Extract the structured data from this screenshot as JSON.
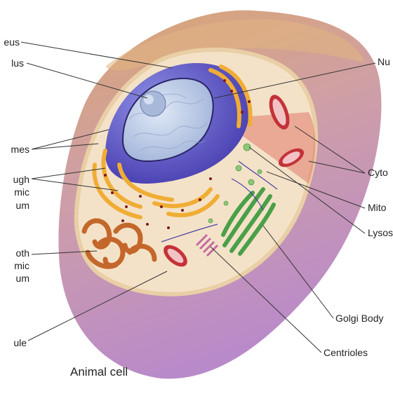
{
  "diagram": {
    "caption": "Animal cell",
    "labels_left": {
      "nucleus": "eus",
      "nucleolus": "lus",
      "ribosomes": "mes",
      "rough_er_1": "ugh",
      "rough_er_2": "mic",
      "rough_er_3": "um",
      "smooth_er_1": "oth",
      "smooth_er_2": "mic",
      "smooth_er_3": "um",
      "microtubule": "ule"
    },
    "labels_right": {
      "nuclear_envelope": "Nu",
      "cytoplasm": "Cyto",
      "mitochondria": "Mito",
      "lysosomes": "Lysos",
      "golgi_body": "Golgi Body",
      "centrioles": "Centrioles"
    },
    "colors": {
      "cell_body": "#c49ac8",
      "cell_top": "#d7a777",
      "membrane": "#f3e6cf",
      "cytosol": "#f6e8d4",
      "nucleus_outer": "#5a4fc0",
      "nucleus_inner": "#b8c8e6",
      "rough_er": "#f2b33a",
      "smooth_er": "#c96a2a",
      "golgi": "#4da34a",
      "mitochondria": "#c8323a",
      "lysosome": "#7fc26b"
    }
  }
}
